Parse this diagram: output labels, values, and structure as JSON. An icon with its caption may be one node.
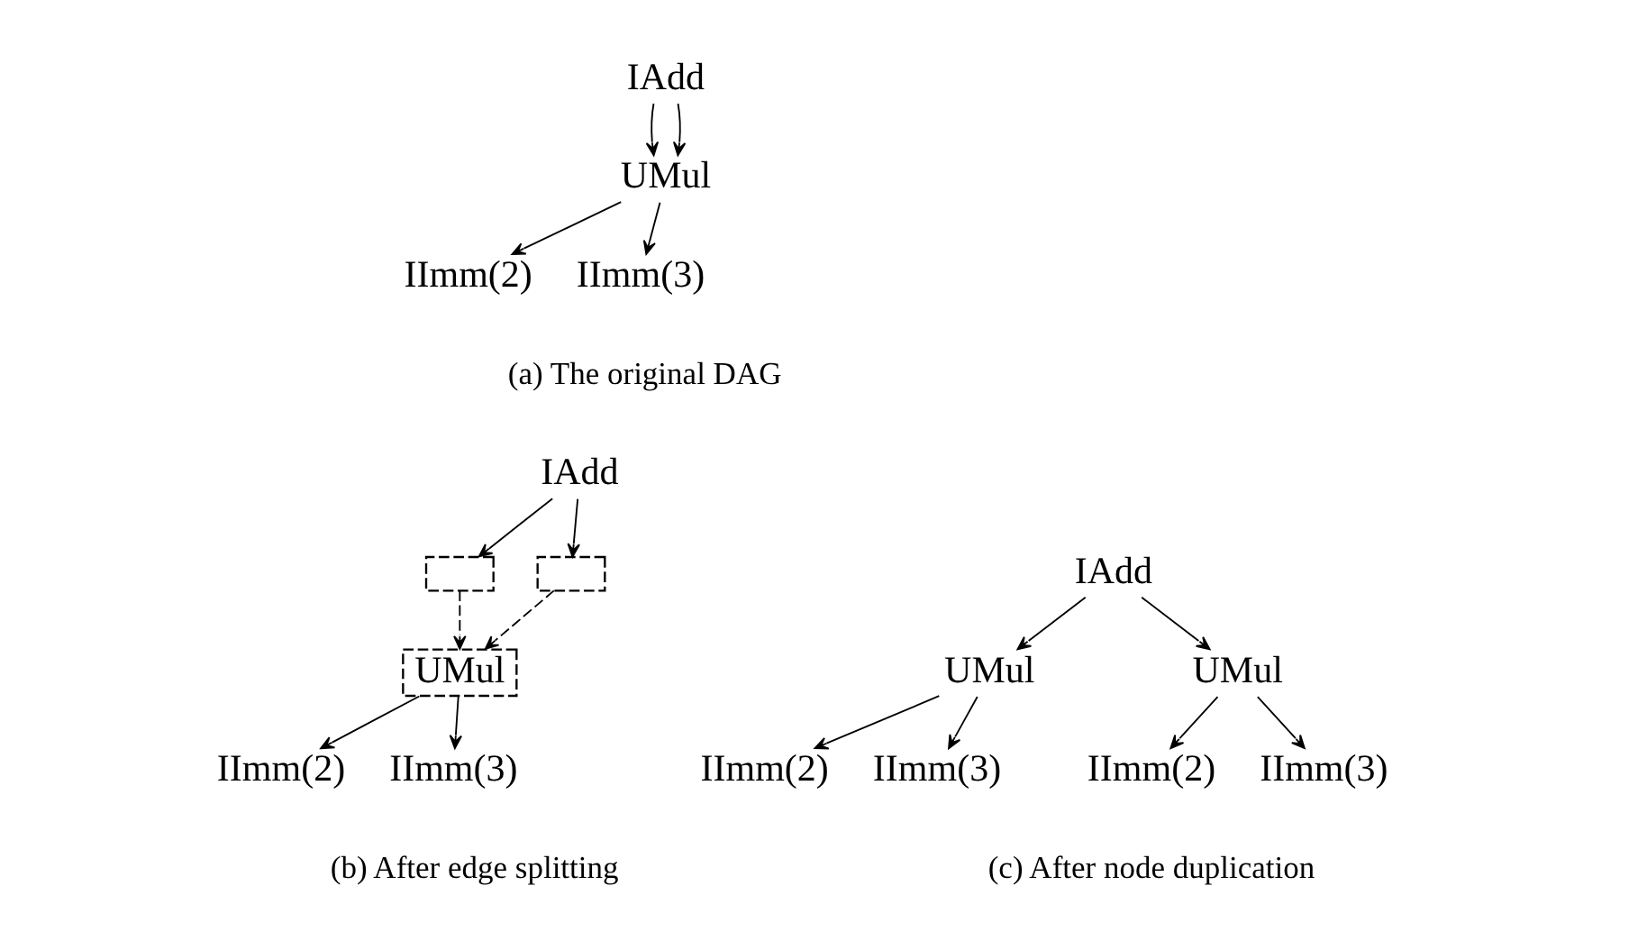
{
  "diagram": {
    "nodes": [
      {
        "text": [
          "IAdd"
        ]
      },
      {
        "text": [
          "UMul"
        ]
      },
      {
        "text": [
          "IImm(2)"
        ]
      },
      {
        "text": [
          "IImm(3)"
        ]
      },
      {
        "text": [
          "IAdd"
        ]
      },
      {
        "text": [],
        "shape": "box"
      },
      {
        "text": [],
        "shape": "box"
      },
      {
        "text": [
          "UMul"
        ]
      },
      {
        "text": [
          "IImm(2)"
        ]
      },
      {
        "text": [
          "IImm(3)"
        ]
      },
      {
        "text": [
          "IAdd"
        ]
      },
      {
        "text": [
          "UMul"
        ]
      },
      {
        "text": [
          "UMul"
        ]
      },
      {
        "text": [
          "IImm(2)"
        ]
      },
      {
        "text": [
          "IImm(3)"
        ]
      },
      {
        "text": [
          "IImm(2)"
        ]
      },
      {
        "text": [
          "IImm(3)"
        ]
      }
    ],
    "edges": [
      {
        "from": 0,
        "to": 1,
        "arrow": "to"
      },
      {
        "from": 0,
        "to": 1,
        "arrow": "to"
      },
      {
        "from": 1,
        "to": 2,
        "arrow": "to"
      },
      {
        "from": 1,
        "to": 3,
        "arrow": "to"
      },
      {
        "from": 4,
        "to": 5,
        "arrow": "to"
      },
      {
        "from": 4,
        "to": 6,
        "arrow": "to"
      },
      {
        "from": 5,
        "to": 7,
        "arrow": "to",
        "style": "dashed"
      },
      {
        "from": 6,
        "to": 7,
        "arrow": "to",
        "style": "dashed"
      },
      {
        "from": 7,
        "to": 8,
        "arrow": "to"
      },
      {
        "from": 7,
        "to": 9,
        "arrow": "to"
      },
      {
        "from": 10,
        "to": 11,
        "arrow": "to"
      },
      {
        "from": 10,
        "to": 12,
        "arrow": "to"
      },
      {
        "from": 11,
        "to": 13,
        "arrow": "to"
      },
      {
        "from": 11,
        "to": 14,
        "arrow": "to"
      },
      {
        "from": 12,
        "to": 15,
        "arrow": "to"
      },
      {
        "from": 12,
        "to": 16,
        "arrow": "to"
      }
    ],
    "labels": [
      "(a) The original DAG",
      "(b) After edge splitting",
      "(c) After node duplication"
    ]
  }
}
